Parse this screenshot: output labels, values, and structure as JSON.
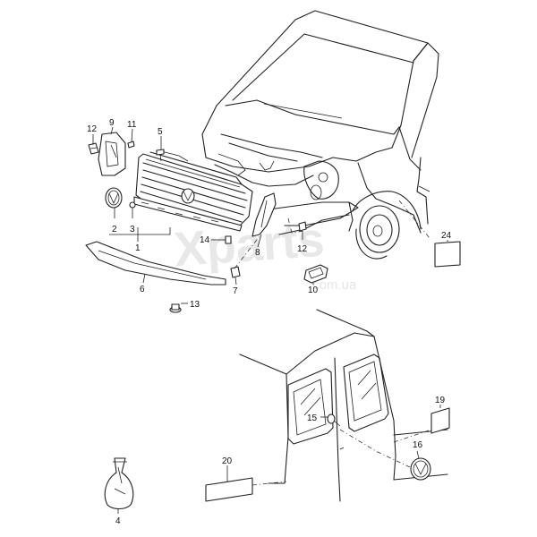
{
  "watermark": {
    "brand": "Xparts",
    "domain": ".com.ua"
  },
  "callouts": {
    "c1": "1",
    "c2": "2",
    "c3": "3",
    "c4": "4",
    "c5": "5",
    "c6": "6",
    "c7": "7",
    "c8": "8",
    "c9": "9",
    "c10": "10",
    "c11": "11",
    "c12a": "12",
    "c12b": "12",
    "c13": "13",
    "c14": "14",
    "c15": "15",
    "c16": "16",
    "c19": "19",
    "c20": "20",
    "c24": "24"
  }
}
